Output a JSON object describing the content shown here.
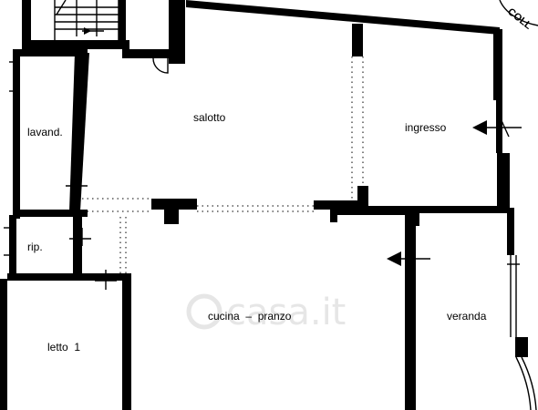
{
  "rooms": {
    "salotto": "salotto",
    "ingresso": "ingresso",
    "lavanderia": "lavand.",
    "ripostiglio": "rip.",
    "cucina_pranzo": "cucina  –  pranzo",
    "veranda": "veranda",
    "letto": "letto  1"
  },
  "watermark": "casa.it",
  "stamp_text": "COLL"
}
